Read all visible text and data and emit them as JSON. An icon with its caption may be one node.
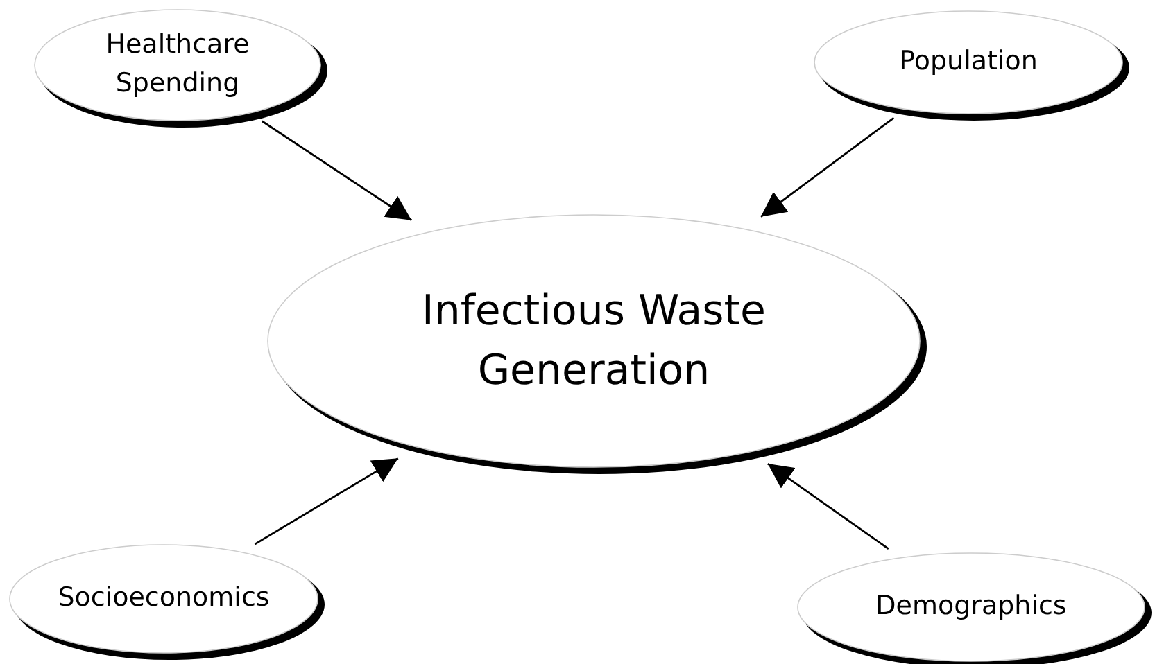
{
  "diagram": {
    "nodes": [
      {
        "text": [
          "Infectious Waste Generation"
        ]
      },
      {
        "text": [
          "Healthcare Spending"
        ]
      },
      {
        "text": [
          "Population"
        ]
      },
      {
        "text": [
          "Socioeconomics"
        ]
      },
      {
        "text": [
          "Demographics"
        ]
      }
    ],
    "edges": [
      {
        "from": 1,
        "to": 0,
        "arrow": "to"
      },
      {
        "from": 2,
        "to": 0,
        "arrow": "to"
      },
      {
        "from": 3,
        "to": 0,
        "arrow": "to"
      },
      {
        "from": 4,
        "to": 0,
        "arrow": "to"
      }
    ]
  }
}
